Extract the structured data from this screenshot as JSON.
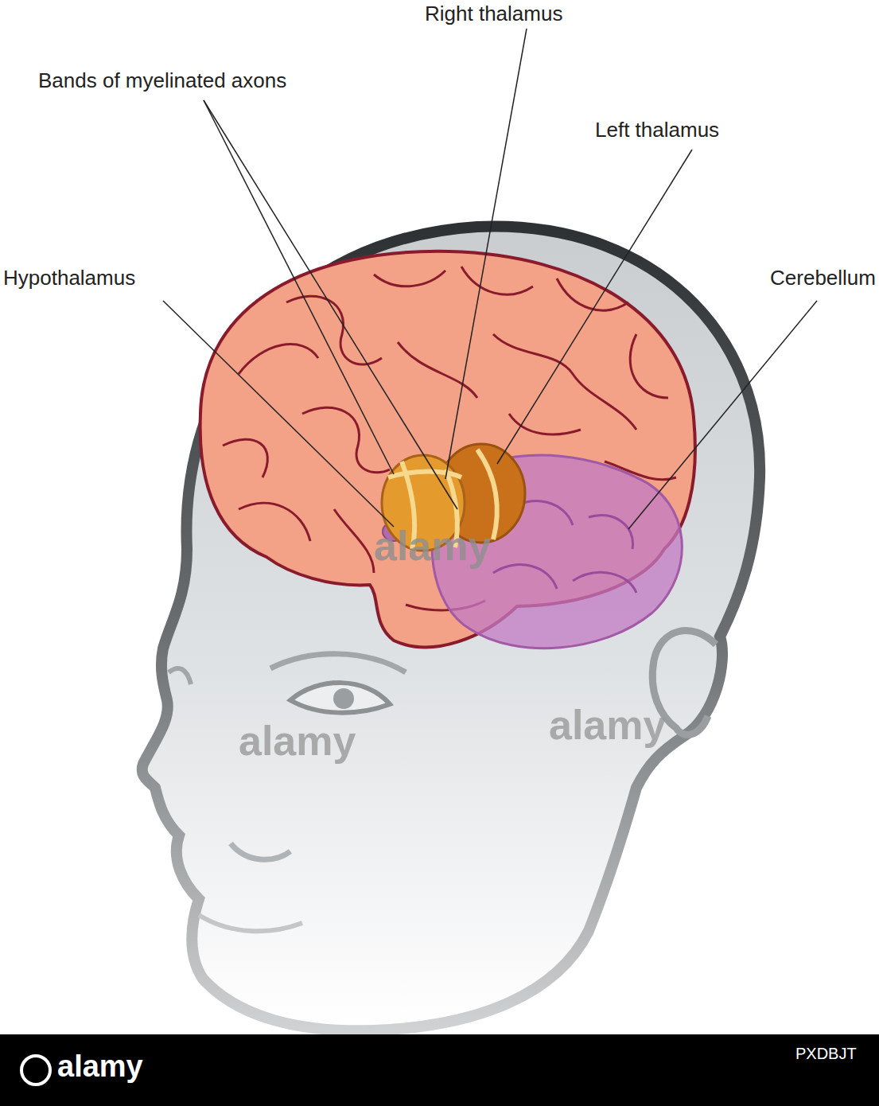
{
  "diagram": {
    "labels": [
      "Right thalamus",
      "Bands of myelinated axons",
      "Left thalamus",
      "Hypothalamus",
      "Cerebellum",
      "alamy",
      "alamy",
      "alamy",
      "alamy",
      "PXDBJT"
    ]
  }
}
